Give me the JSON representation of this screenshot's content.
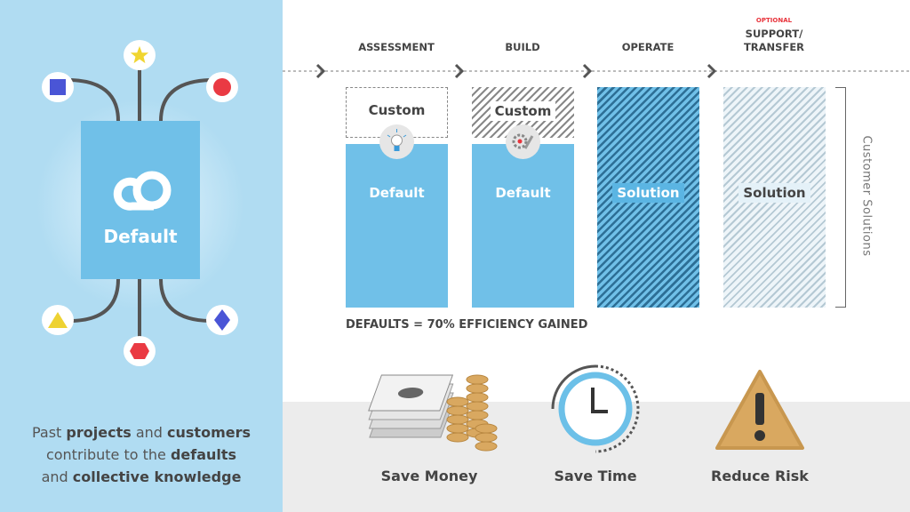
{
  "left_panel": {
    "box_label": "Default",
    "caption": {
      "line1": [
        "Past ",
        "projects",
        " and ",
        "customers"
      ],
      "line2": [
        "contribute to the ",
        "defaults"
      ],
      "line3": [
        "and ",
        "collective knowledge"
      ]
    },
    "nodes": [
      "star-icon",
      "square-icon",
      "circle-icon",
      "triangle-icon",
      "hexagon-icon",
      "diamond-icon"
    ]
  },
  "phases": {
    "optional_tag": "OPTIONAL",
    "items": [
      {
        "label": "ASSESSMENT",
        "top": "Custom",
        "bottom": "Default"
      },
      {
        "label": "BUILD",
        "top": "Custom",
        "bottom": "Default"
      },
      {
        "label": "OPERATE",
        "body": "Solution"
      },
      {
        "label": "SUPPORT/ TRANSFER",
        "body": "Solution"
      }
    ],
    "bracket_label": "Customer Solutions",
    "efficiency": "DEFAULTS = 70% EFFICIENCY GAINED"
  },
  "benefits": [
    {
      "label": "Save Money",
      "icon": "money-icon"
    },
    {
      "label": "Save Time",
      "icon": "clock-icon"
    },
    {
      "label": "Reduce Risk",
      "icon": "warning-icon"
    }
  ],
  "colors": {
    "panel": "#b0dcf2",
    "default_blue": "#70c0e8",
    "dark_stripe": "#2d6f96",
    "optional_red": "#e8343c"
  }
}
